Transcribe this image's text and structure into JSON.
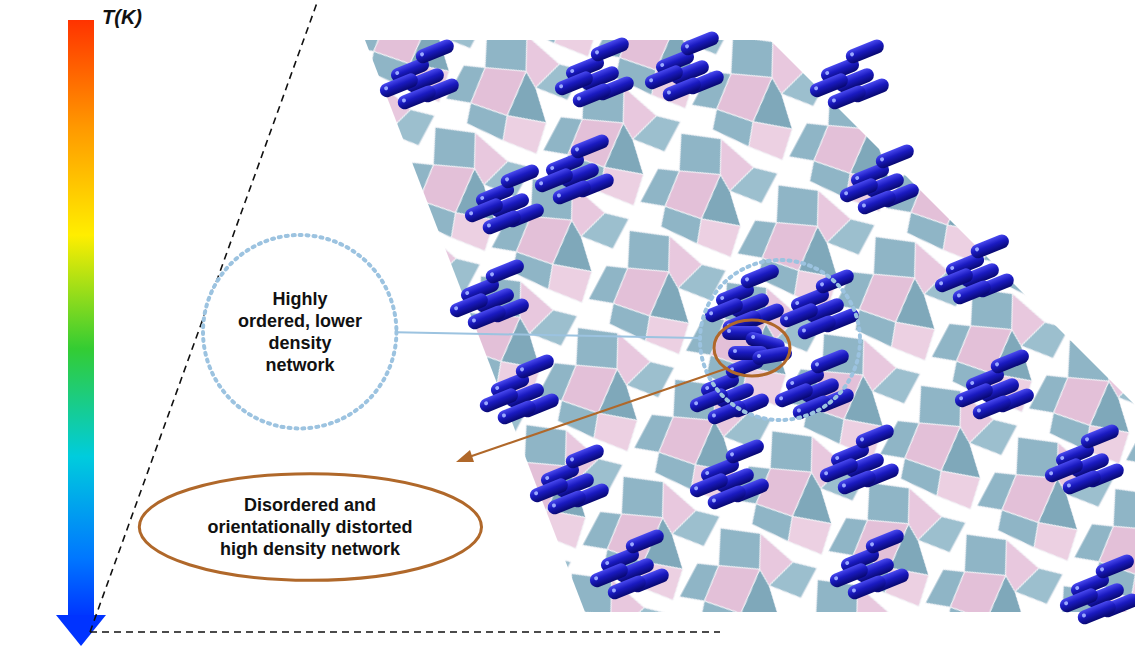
{
  "diagram": {
    "nodes": [
      {
        "text": [
          "Highly ordered, lower density network"
        ]
      },
      {
        "text": [
          "Disordered and orientationally distorted high density network"
        ]
      }
    ],
    "labels": [
      "T(K)"
    ]
  }
}
